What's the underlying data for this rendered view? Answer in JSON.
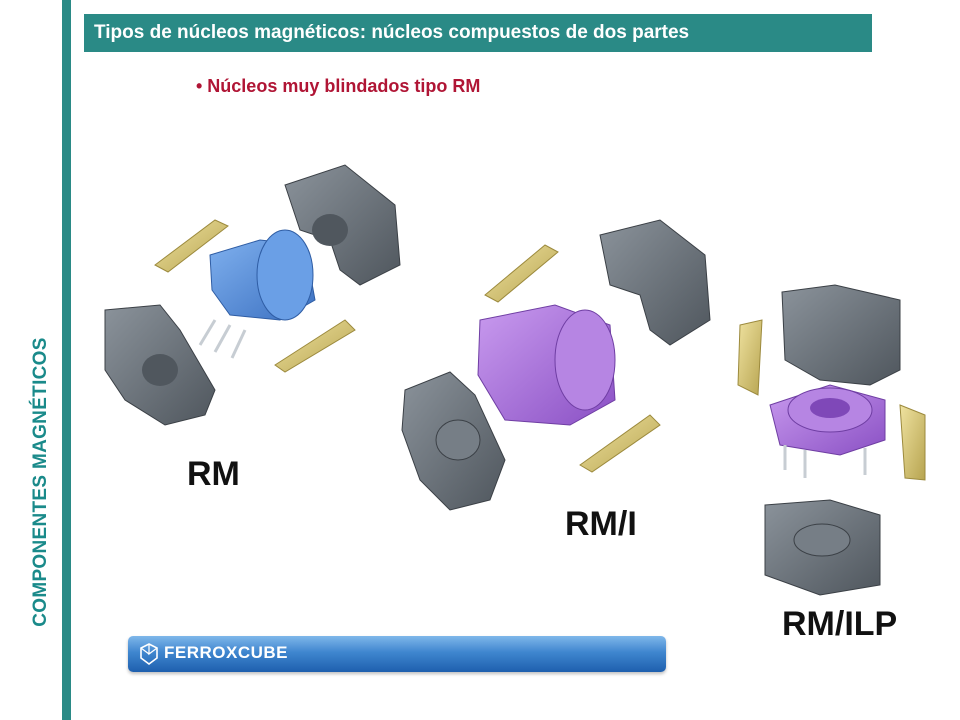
{
  "side_title": "COMPONENTES MAGNÉTICOS",
  "title": "Tipos de núcleos magnéticos: núcleos compuestos de dos partes",
  "bullet": "• Núcleos muy blindados tipo RM",
  "labels": {
    "rm": "RM",
    "rmi": "RM/I",
    "rmilp": "RM/ILP"
  },
  "logo": {
    "text": "FERROXCUBE"
  },
  "colors": {
    "accent": "#2a8a86",
    "bullet": "#b01535",
    "core": "#6a7178",
    "bobbin_blue": "#5a8fd6",
    "bobbin_purple": "#a871d6",
    "clip": "#d9c774",
    "logo_bar": "#3f86cf"
  }
}
